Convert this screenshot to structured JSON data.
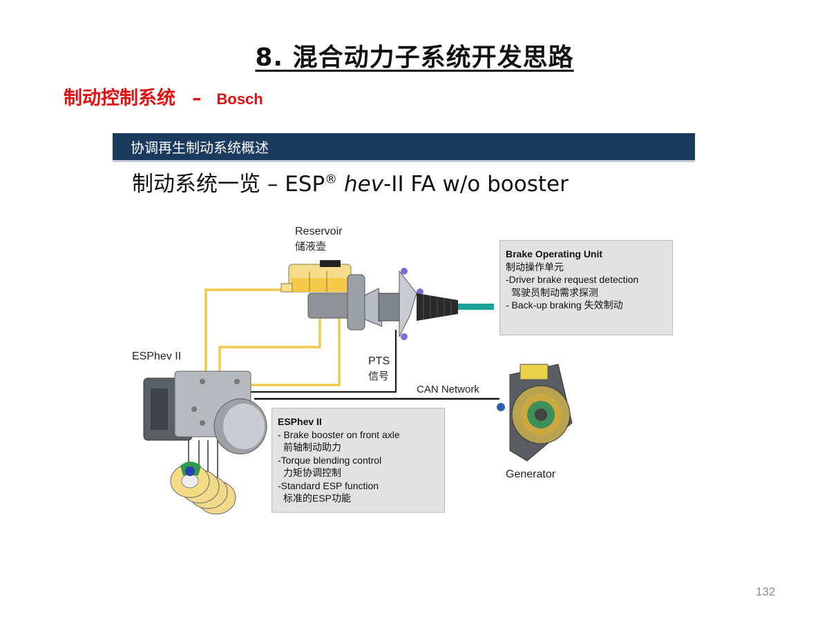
{
  "page": {
    "title": "8. 混合动力子系统开发思路",
    "subtitle_main": "制动控制系统",
    "subtitle_dash": "–",
    "subtitle_brand": "Bosch",
    "page_number": "132"
  },
  "slide": {
    "banner": "协调再生制动系统概述",
    "heading_prefix": "制动系统一览 – ESP",
    "heading_reg": "®",
    "heading_italic": "hev",
    "heading_suffix": "-II FA w/o booster"
  },
  "labels": {
    "reservoir": "Reservoir",
    "reservoir_cn": "储液壶",
    "esphev": "ESPhev II",
    "pts": "PTS",
    "pts_cn": "信号",
    "can": "CAN Network",
    "generator": "Generator"
  },
  "bou_box": {
    "title": "Brake Operating Unit",
    "title_cn": "制动操作单元",
    "line1": "-Driver brake request detection",
    "line1_cn": "驾驶员制动需求探测",
    "line2": "- Back-up braking 失效制动"
  },
  "esp_box": {
    "title": "ESPhev II",
    "line1": "- Brake booster on front axle",
    "line1_cn": "前轴制动助力",
    "line2": "-Torque blending control",
    "line2_cn": "力矩协调控制",
    "line3": "-Standard ESP function",
    "line3_cn": "标准的ESP功能"
  },
  "colors": {
    "banner": "#1a3a5e",
    "subtitle": "#e01010",
    "hydraulic_line": "#f2c94c",
    "box_bg": "#e2e2e2"
  }
}
